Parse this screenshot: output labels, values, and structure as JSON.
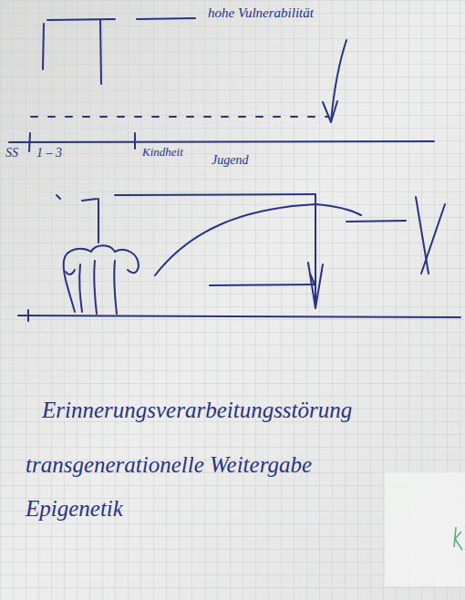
{
  "diagram": {
    "labels": [
      "hohe Vulnerabilität",
      "SS",
      "1 – 3",
      "Kindheit",
      "Jugend",
      "Erinnerungsverarbeitungsstörung",
      "transgenerationelle Weitergabe",
      "Epigenetik"
    ]
  }
}
